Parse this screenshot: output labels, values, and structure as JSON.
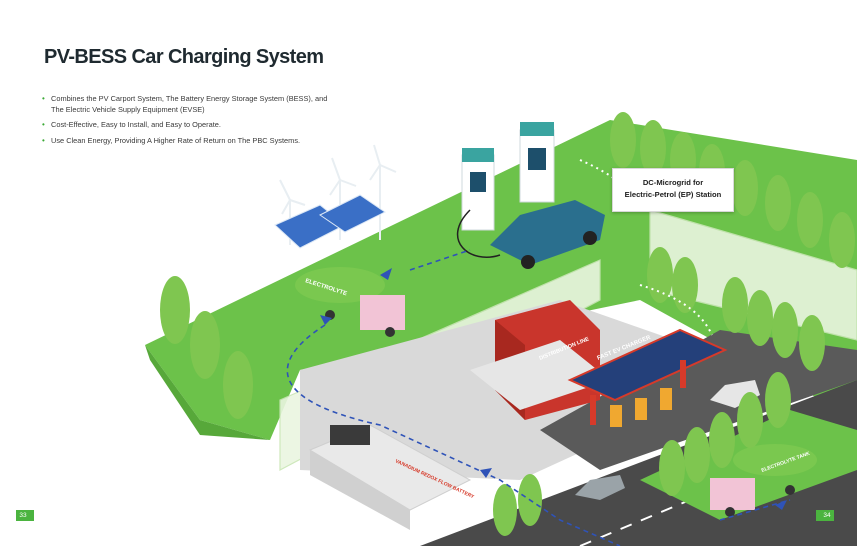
{
  "title": "PV-BESS Car Charging System",
  "bullets": [
    "Combines the PV Carport System, The Battery Energy Storage System (BESS), and The Electric Vehicle Supply Equipment (EVSE)",
    "Cost-Effective, Easy to Install, and Easy to Operate.",
    "Use Clean Energy, Providing A Higher Rate of Return on The PBC Systems."
  ],
  "callout": {
    "line1": "DC-Microgrid for",
    "line2": "Electric-Petrol (EP) Station"
  },
  "scene_labels": {
    "electrolyte_truck": "ELECTROLYTE",
    "distribution_line": "DISTRIBUTION LINE",
    "fast_ev_charger": "FAST EV CHARGER",
    "flow_battery": "VANADIUM REDOX FLOW BATTERY",
    "electrolyte_tank": "ELECTROLYTE TANK"
  },
  "page_numbers": {
    "left": "33",
    "right": "34"
  },
  "colors": {
    "grass": "#6cc24a",
    "grass_dark": "#57a83a",
    "road": "#4a4a4a",
    "tree": "#7fc650",
    "charger": "#3aa4a0",
    "accent_red": "#d63a2a",
    "page_tab": "#4bb43f"
  }
}
